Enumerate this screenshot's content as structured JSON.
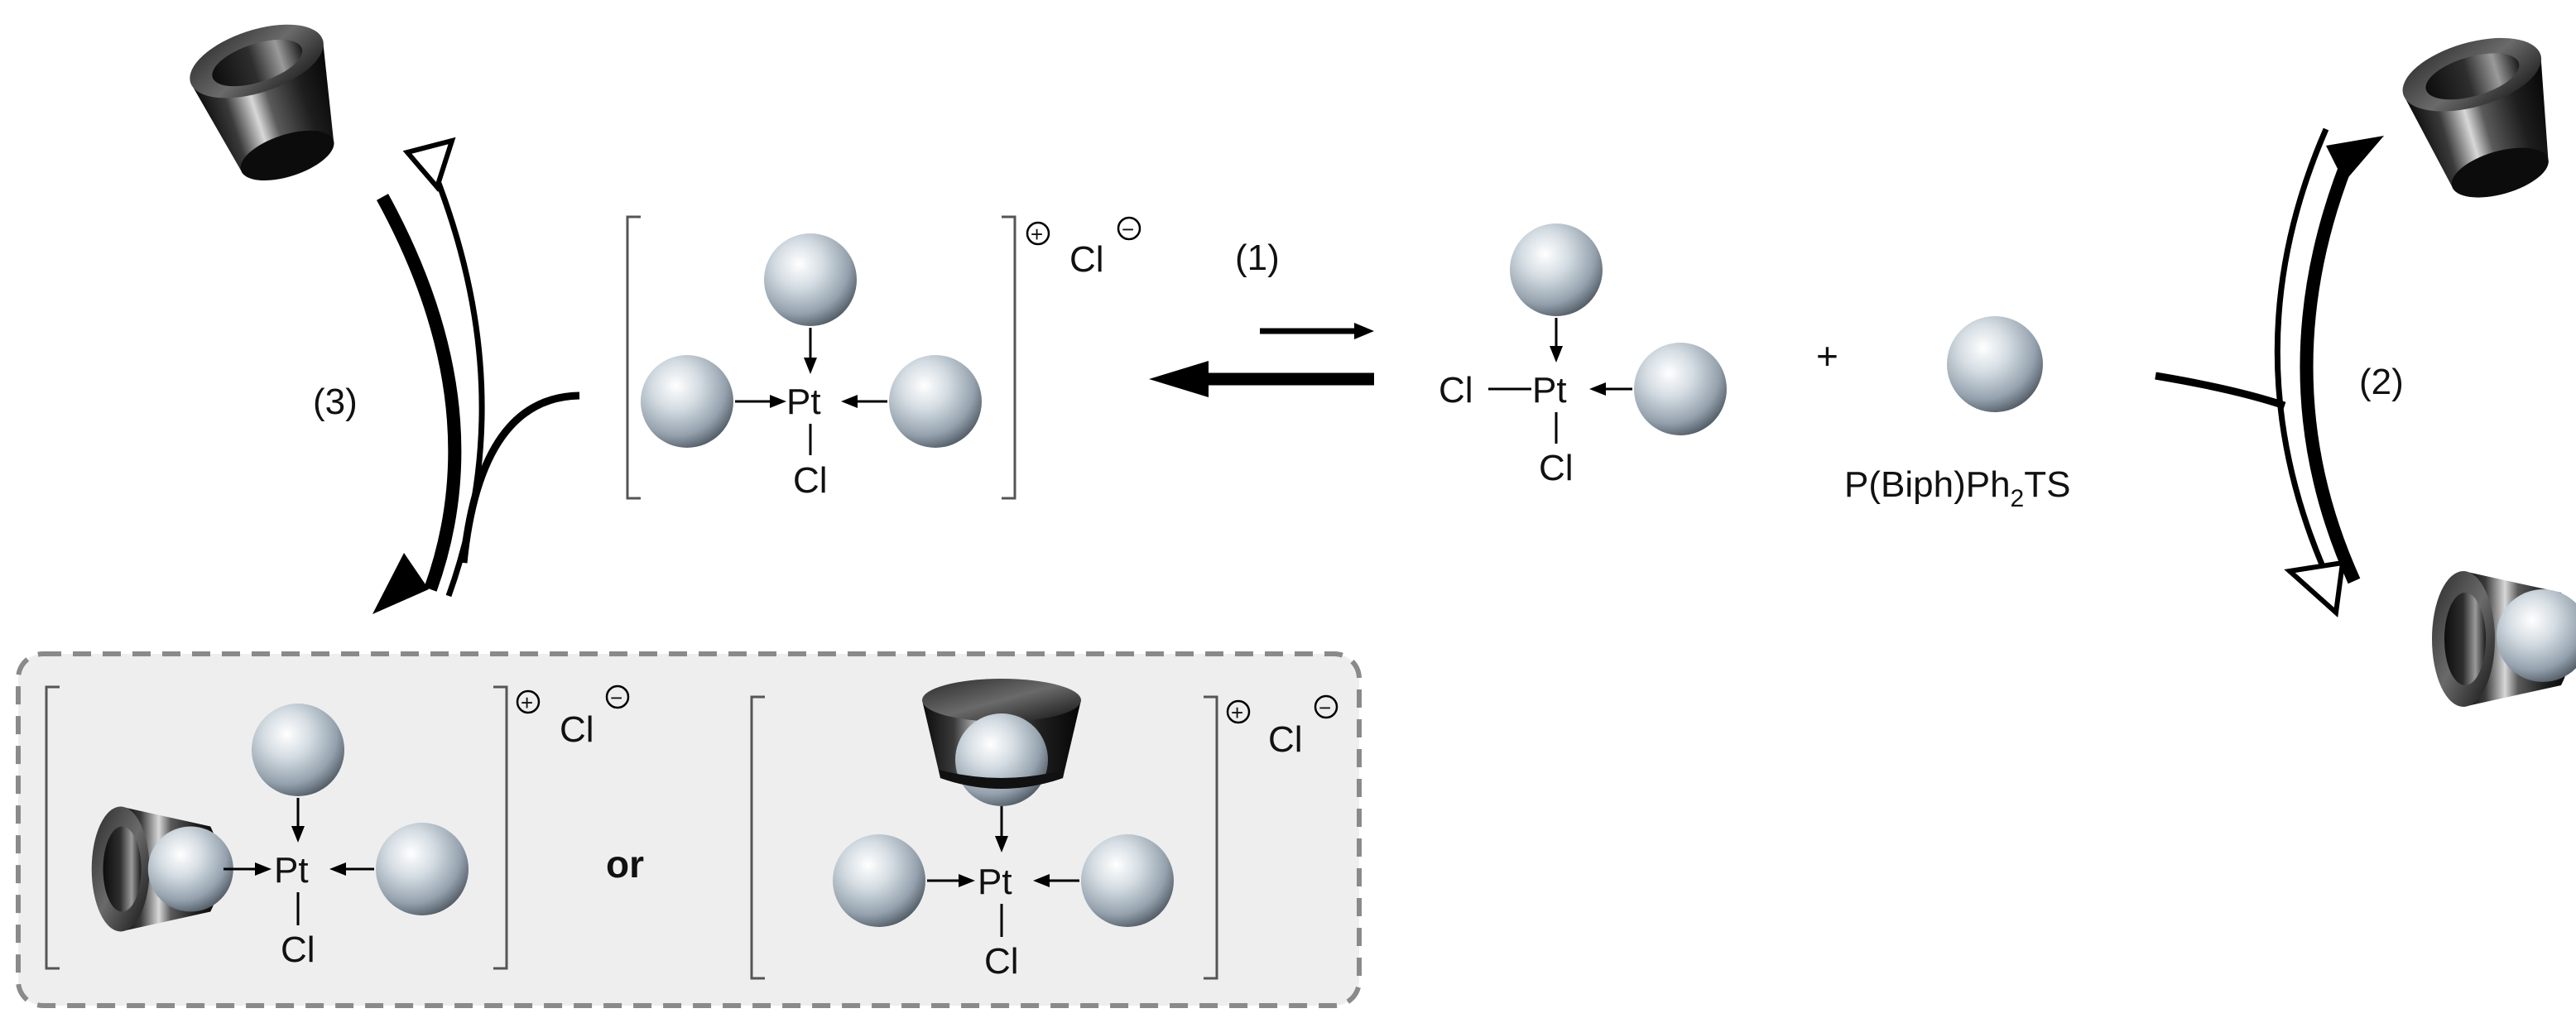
{
  "steps": {
    "step1": "(1)",
    "step2": "(2)",
    "step3": "(3)"
  },
  "atoms": {
    "metal": "Pt",
    "halide": "Cl"
  },
  "charges": {
    "cation_symbol": "+",
    "anion_symbol": "−"
  },
  "reagent": {
    "plus": "+",
    "name_prefix": "P(Biph)Ph",
    "name_subscript": "2",
    "name_suffix": "TS"
  },
  "connector": {
    "or": "or"
  },
  "colors": {
    "sphere": "#b9c3cc",
    "host": "#1a1a1a",
    "panel_fill": "#eeeeee",
    "panel_border": "#8a8a8a"
  }
}
